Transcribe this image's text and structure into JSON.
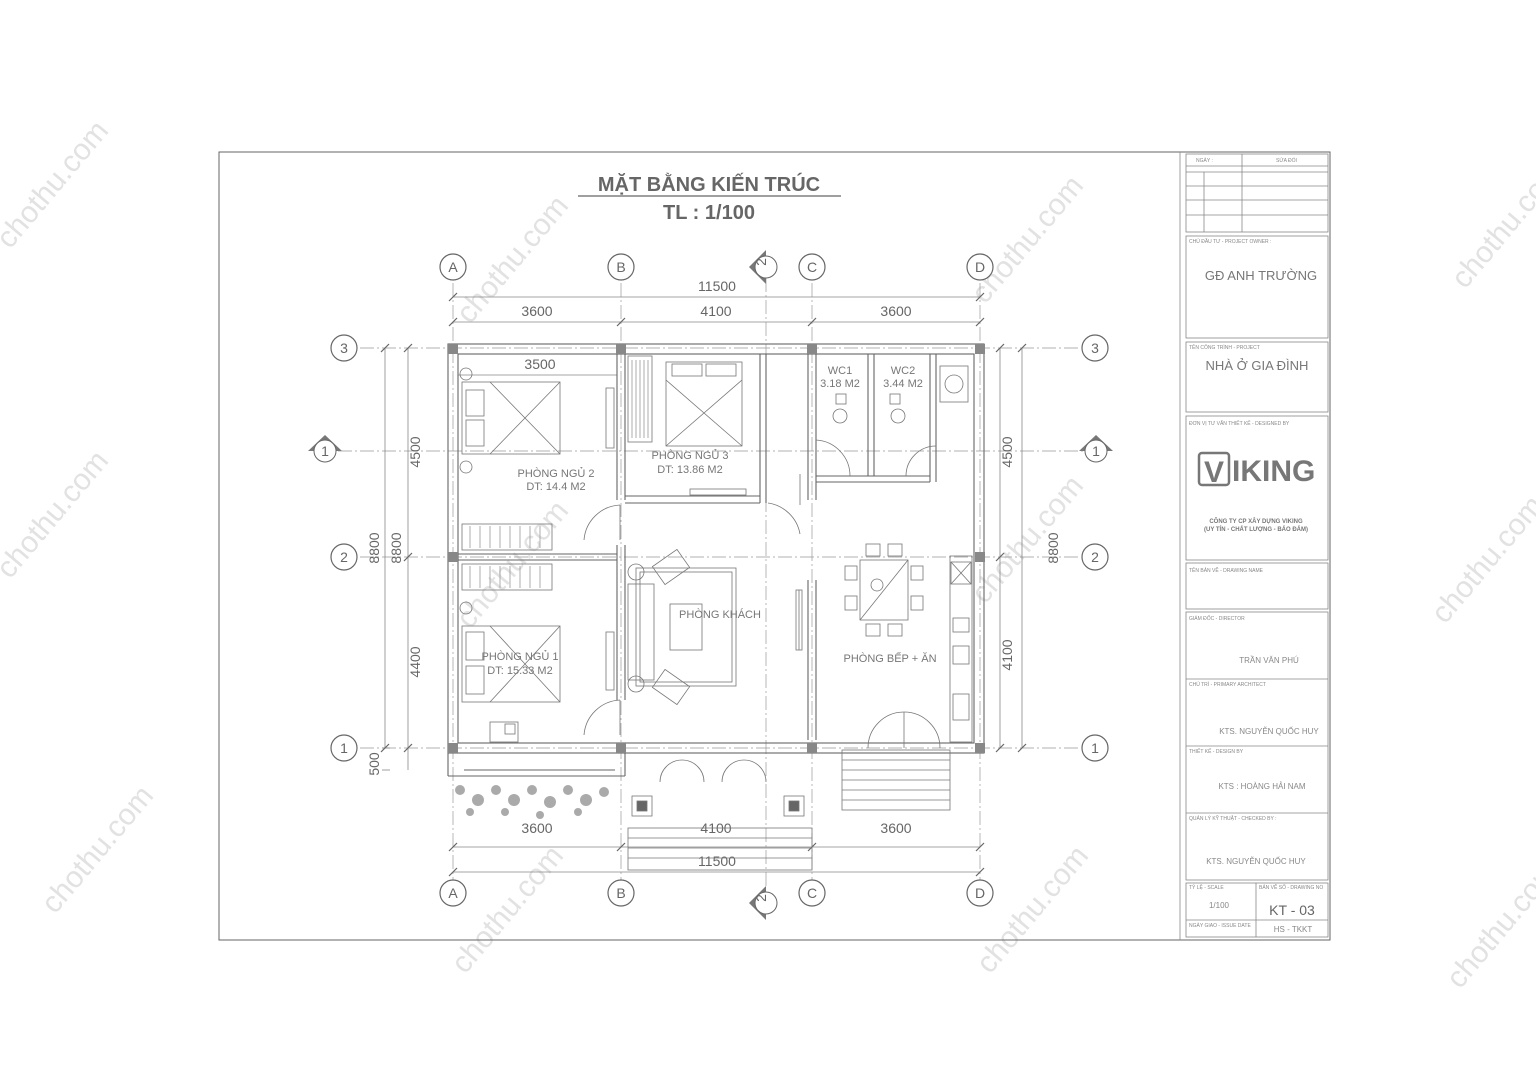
{
  "watermark": {
    "text": "chothu.com"
  },
  "title": {
    "main": "MẶT BẰNG KIẾN TRÚC",
    "scale": "TL : 1/100"
  },
  "grid": {
    "columns": [
      "A",
      "B",
      "C",
      "D"
    ],
    "rows": [
      "3",
      "2",
      "1"
    ],
    "section": [
      "1",
      "2"
    ]
  },
  "dimensions": {
    "overall_width": "11500",
    "col_spans": [
      "3600",
      "4100",
      "3600"
    ],
    "inner_span": "3500",
    "left_vertical": [
      "4500",
      "8800",
      "8800",
      "4400",
      "500"
    ],
    "right_vertical": [
      "4500",
      "8800",
      "4100"
    ]
  },
  "rooms": [
    {
      "name": "PHÒNG NGỦ 2",
      "area": "DT: 14.4 M2"
    },
    {
      "name": "PHÒNG NGỦ 3",
      "area": "DT: 13.86 M2"
    },
    {
      "name": "WC1",
      "area": "3.18 M2"
    },
    {
      "name": "WC2",
      "area": "3.44 M2"
    },
    {
      "name": "PHÒNG KHÁCH",
      "area": ""
    },
    {
      "name": "PHÒNG NGỦ 1",
      "area": "DT: 15.33 M2"
    },
    {
      "name": "PHÒNG BẾP + ĂN",
      "area": ""
    }
  ],
  "title_block": {
    "rev_headers": [
      "NGÀY :",
      "SỬA ĐỔI"
    ],
    "owner_label": "CHỦ ĐẦU TƯ - PROJECT OWNER :",
    "owner": "GĐ ANH TRƯỜNG",
    "project_label": "TÊN CÔNG TRÌNH - PROJECT",
    "project": "NHÀ Ở GIA ĐÌNH",
    "designer_label": "ĐƠN VỊ TƯ VẤN THIẾT KẾ - DESIGNED BY",
    "logo_mark": "V",
    "logo_text": "IKING",
    "company": "CÔNG TY CP XÂY DỰNG VIKING",
    "slogan": "(UY TÍN - CHẤT LƯỢNG - BẢO ĐẢM)",
    "drawing_name_label": "TÊN BẢN VẼ - DRAWING NAME",
    "director_label": "GIÁM ĐỐC - DIRECTOR",
    "director": "TRẦN VĂN PHÚ",
    "architect_label": "CHỦ TRÌ - PRIMARY ARCHITECT",
    "architect": "KTS. NGUYỄN QUỐC HUY",
    "design_label": "THIẾT KẾ - DESIGN BY",
    "designer": "KTS : HOÀNG HẢI NAM",
    "checked_label": "QUẢN LÝ KỸ THUẬT - CHECKED BY :",
    "checker": "KTS. NGUYỄN QUỐC HUY",
    "scale_label": "TỶ LỆ - SCALE",
    "scale": "1/100",
    "drawing_no_label": "BẢN VẼ SỐ - DRAWING NO",
    "drawing_no": "KT - 03",
    "issue_label": "NGÀY GIAO - ISSUE DATE",
    "stage": "HS - TKKT"
  }
}
